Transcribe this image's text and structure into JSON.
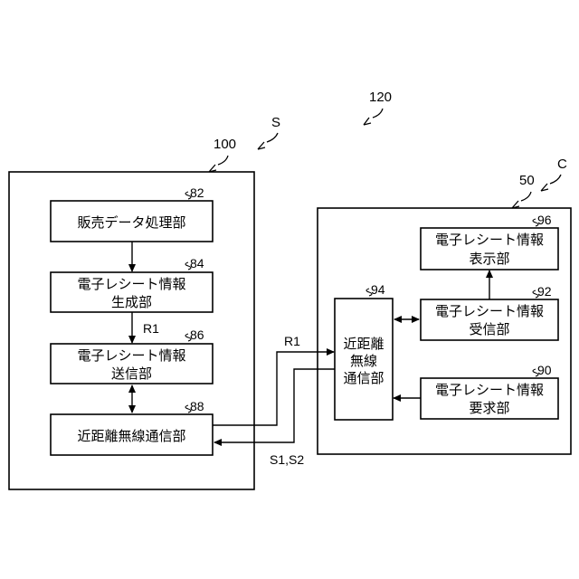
{
  "labels": {
    "system": "120",
    "store": "S",
    "customer": "C",
    "pos_device": "100",
    "mobile_device": "50"
  },
  "pos": {
    "sales": {
      "ref": "82",
      "text": "販売データ処理部"
    },
    "generator": {
      "ref": "84",
      "line1": "電子レシート情報",
      "line2": "生成部"
    },
    "sender": {
      "ref": "86",
      "line1": "電子レシート情報",
      "line2": "送信部"
    },
    "nfc": {
      "ref": "88",
      "text": "近距離無線通信部"
    }
  },
  "mobile": {
    "display": {
      "ref": "96",
      "line1": "電子レシート情報",
      "line2": "表示部"
    },
    "nfc": {
      "ref": "94",
      "line1": "近距離",
      "line2": "無線",
      "line3": "通信部"
    },
    "receiver": {
      "ref": "92",
      "line1": "電子レシート情報",
      "line2": "受信部"
    },
    "requester": {
      "ref": "90",
      "line1": "電子レシート情報",
      "line2": "要求部"
    }
  },
  "signals": {
    "internal": "R1",
    "receipt": "R1",
    "request": "S1,S2"
  }
}
